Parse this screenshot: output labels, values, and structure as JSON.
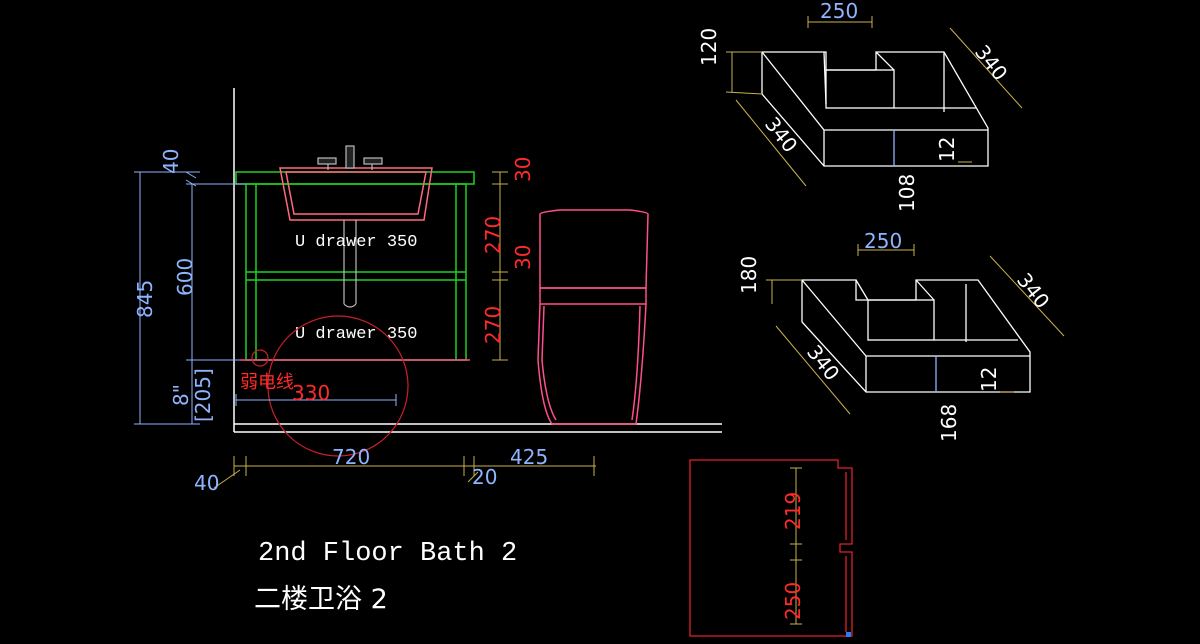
{
  "colors": {
    "background": "#000000",
    "dim_blue": "#8fb4ff",
    "dim_red": "#ff2a2a",
    "dim_white": "#ffffff",
    "cabinet_green": "#1fd11f",
    "sink_red": "#ff6a7a",
    "toilet_pink": "#ff4f8f",
    "circle_red": "#c8202a"
  },
  "elevation": {
    "drawer_top_label": "U drawer 350",
    "drawer_bottom_label": "U drawer 350",
    "weak_current_label": "弱电线",
    "dims": {
      "d845": "845",
      "d600": "600",
      "d40_top": "40",
      "d8in": "8\"",
      "d205": "[205]",
      "d330": "330",
      "d720": "720",
      "d425": "425",
      "d40_bottom": "40",
      "d20": "20",
      "d30_top": "30",
      "d270_top": "270",
      "d30_mid": "30",
      "d270_bottom": "270"
    }
  },
  "iso_top": {
    "dims": {
      "w250": "250",
      "h120": "120",
      "l340_right": "340",
      "l340_left": "340",
      "t12": "12",
      "h108": "108"
    }
  },
  "iso_bottom": {
    "dims": {
      "w250": "250",
      "h180": "180",
      "l340_right": "340",
      "l340_left": "340",
      "t12": "12",
      "h168": "168"
    }
  },
  "section": {
    "dims": {
      "d219": "219",
      "d250": "250"
    }
  },
  "title": {
    "english": "2nd Floor Bath 2",
    "chinese": "二楼卫浴 2"
  }
}
